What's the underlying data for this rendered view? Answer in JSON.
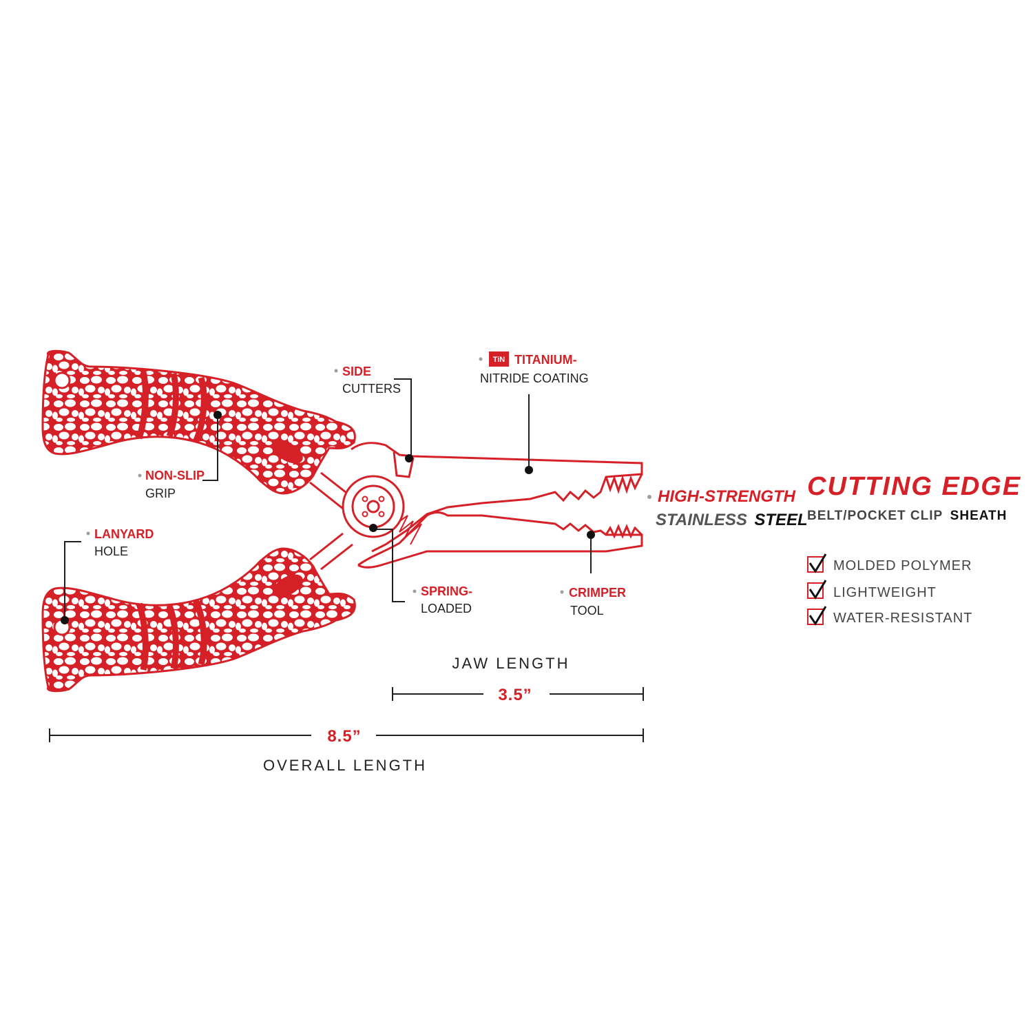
{
  "callouts": {
    "side_cutters": {
      "line1": "SIDE",
      "line2": "CUTTERS"
    },
    "titanium": {
      "badge": "TiN",
      "line1": "TITANIUM-",
      "line2": "NITRIDE COATING"
    },
    "non_slip": {
      "line1": "NON-SLIP",
      "line2": "GRIP"
    },
    "lanyard": {
      "line1": "LANYARD",
      "line2": "HOLE"
    },
    "spring": {
      "line1": "SPRING-",
      "line2": "LOADED"
    },
    "crimper": {
      "line1": "CRIMPER",
      "line2": "TOOL"
    }
  },
  "steel": {
    "line1": "HIGH-STRENGTH",
    "line2_a": "STAINLESS",
    "line2_b": "STEEL"
  },
  "dimensions": {
    "jaw_label": "JAW LENGTH",
    "jaw_value": "3.5”",
    "overall_value": "8.5”",
    "overall_label": "OVERALL LENGTH"
  },
  "sheath": {
    "title": "CUTTING EDGE",
    "subtitle_a": "BELT/POCKET CLIP",
    "subtitle_b": "SHEATH",
    "features": [
      "MOLDED POLYMER",
      "LIGHTWEIGHT",
      "WATER-RESISTANT"
    ]
  },
  "colors": {
    "accent": "#d62027",
    "text_dark": "#231f20",
    "leader_dot": "#9e9e9e"
  },
  "icons": {
    "feature_bullet": "checkbox-check-icon"
  }
}
